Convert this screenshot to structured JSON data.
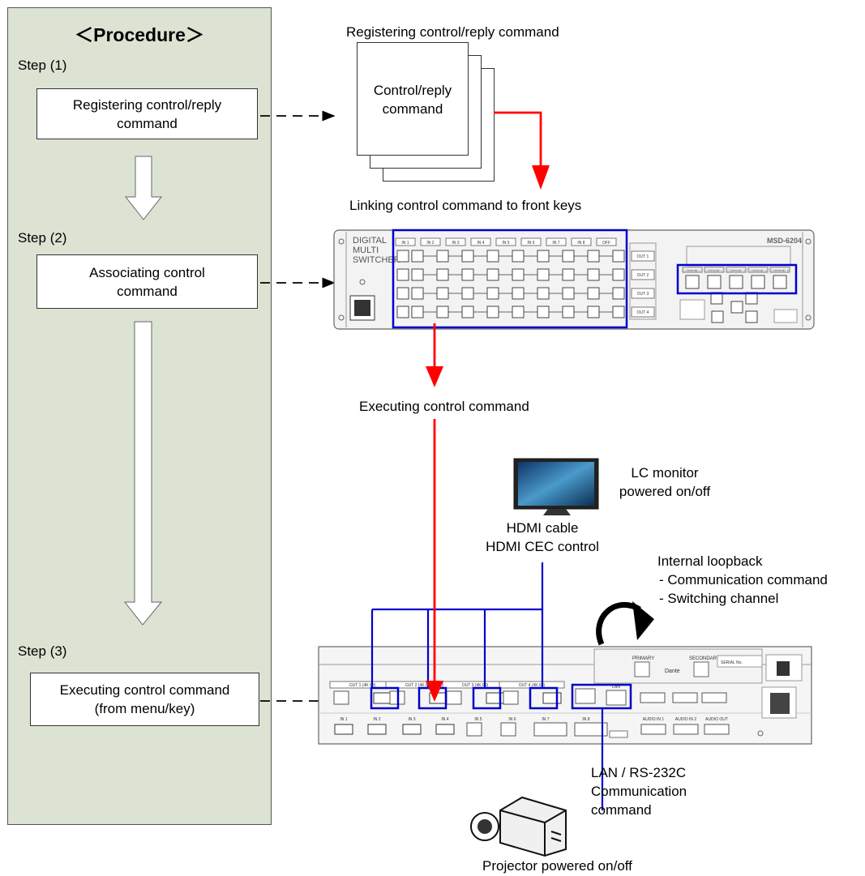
{
  "procedure": {
    "title": "＜Procedure＞",
    "steps": [
      {
        "label": "Step (1)",
        "box_line1": "Registering control/reply",
        "box_line2": "command"
      },
      {
        "label": "Step (2)",
        "box_line1": "Associating control",
        "box_line2": "command"
      },
      {
        "label": "Step (3)",
        "box_line1": "Executing control command",
        "box_line2": "(from menu/key)"
      }
    ]
  },
  "register": {
    "heading": "Registering control/reply command",
    "card_line1": "Control/reply",
    "card_line2": "command"
  },
  "front_panel": {
    "heading": "Linking control command to front keys",
    "brand_line1": "DIGITAL",
    "brand_line2": "MULTI",
    "brand_line3": "SWITCHER",
    "model": "MSD-6204",
    "col_labels": [
      "IN 1",
      "IN 2",
      "IN 3",
      "IN 4",
      "IN 5",
      "IN 6",
      "IN 7",
      "IN 8",
      "OFF"
    ],
    "out_labels": [
      "OUT 1",
      "OUT 2",
      "OUT 3",
      "OUT 4"
    ],
    "command_labels": [
      "COMMAND 1",
      "COMMAND 2",
      "COMMAND 3",
      "COMMAND 4",
      "COMMAND 5"
    ]
  },
  "execute": {
    "heading": "Executing control command"
  },
  "monitor": {
    "caption_line1": "LC monitor",
    "caption_line2": "powered on/off",
    "cable_line1": "HDMI cable",
    "cable_line2": "HDMI CEC control"
  },
  "loopback": {
    "line1": "Internal loopback",
    "line2": "- Communication command",
    "line3": "- Switching channel"
  },
  "rear_panel": {
    "primary": "PRIMARY",
    "secondary": "SECONDARY",
    "dante": "Dante",
    "serial": "SERIAL No.",
    "lan": "LAN",
    "out_labels": [
      "OUT 1 (4K 60)",
      "OUT 2 (4K 60)",
      "OUT 3 (4K 60)",
      "OUT 4 (4K 60)"
    ],
    "in_labels": [
      "IN 1",
      "IN 2",
      "IN 3",
      "IN 4",
      "IN 5",
      "IN 6",
      "IN 7",
      "IN 8"
    ],
    "audio_labels": [
      "AUDIO IN 1",
      "AUDIO IN 2",
      "AUDIO OUT"
    ]
  },
  "projector": {
    "comm_line1": "LAN / RS-232C",
    "comm_line2": "Communication",
    "comm_line3": "command",
    "caption": "Projector powered on/off"
  },
  "colors": {
    "panel_bg": "#dde3d3",
    "highlight": "#0000cc",
    "flow": "#ff0000",
    "device": "#f3f3f3"
  }
}
